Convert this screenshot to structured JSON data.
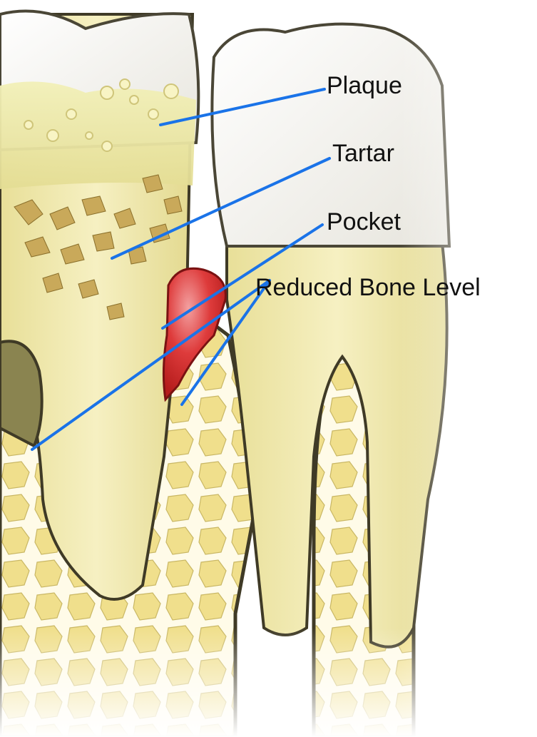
{
  "diagram": {
    "labels": {
      "plaque": "Plaque",
      "tartar": "Tartar",
      "pocket": "Pocket",
      "reduced_bone_level": "Reduced Bone Level"
    },
    "colors": {
      "leader_line": "#1a73e8",
      "enamel": "#f7f6f2",
      "dentin": "#f0eab5",
      "plaque": "#ece9a8",
      "tartar": "#c9a95a",
      "gum_inflamed": "#d9252b",
      "bone_fill": "#f3e49a",
      "bone_mesh": "#fffbe8",
      "outline": "#3f3a26"
    }
  }
}
